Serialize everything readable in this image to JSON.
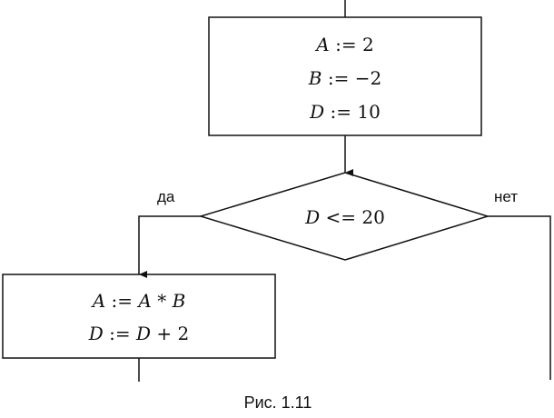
{
  "flowchart": {
    "init_block": {
      "lines": [
        {
          "var": "A",
          "op": " := ",
          "expr": "2"
        },
        {
          "var": "B",
          "op": " := ",
          "expr": "−2"
        },
        {
          "var": "D",
          "op": " := ",
          "expr": "10"
        }
      ]
    },
    "decision": {
      "var": "D",
      "rest": " <= 20",
      "yes_label": "да",
      "no_label": "нет"
    },
    "loop_block": {
      "line1": {
        "var": "A",
        "op": " := ",
        "var2": "A",
        "op2": " * ",
        "var3": "B"
      },
      "line2": {
        "var": "D",
        "op": " := ",
        "var2": "D",
        "op2": " + 2"
      }
    },
    "caption": "Рис. 1.11"
  }
}
